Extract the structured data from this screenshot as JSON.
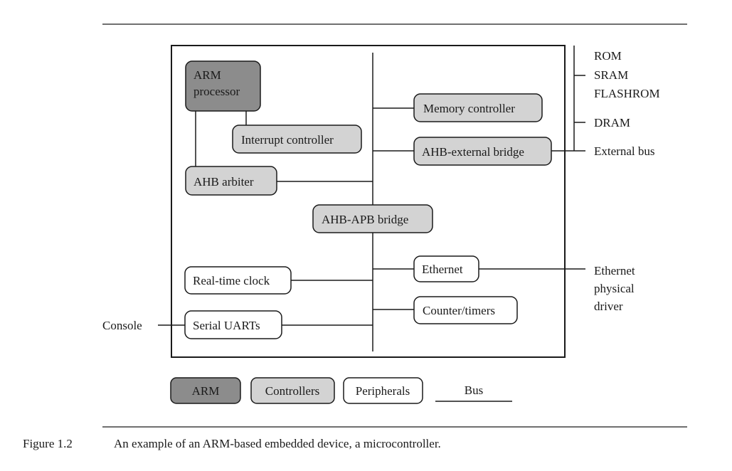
{
  "colors": {
    "arm": "#8c8c8c",
    "controller": "#d3d3d3",
    "peripheral": "#ffffff",
    "line": "#1a1a1a"
  },
  "diagram": {
    "blocks": {
      "arm_processor": [
        "ARM",
        "processor"
      ],
      "interrupt_controller": "Interrupt controller",
      "memory_controller": "Memory controller",
      "ahb_external_bridge": "AHB-external bridge",
      "ahb_arbiter": "AHB arbiter",
      "ahb_apb_bridge": "AHB-APB bridge",
      "ethernet": "Ethernet",
      "real_time_clock": "Real-time clock",
      "counter_timers": "Counter/timers",
      "serial_uarts": "Serial UARTs"
    },
    "external": {
      "rom": "ROM",
      "sram": "SRAM",
      "flashrom": "FLASHROM",
      "dram": "DRAM",
      "external_bus": "External bus",
      "ethernet_driver": [
        "Ethernet",
        "physical",
        "driver"
      ],
      "console": "Console"
    },
    "legend": {
      "arm": "ARM",
      "controllers": "Controllers",
      "peripherals": "Peripherals",
      "bus": "Bus"
    }
  },
  "caption": {
    "number": "Figure 1.2",
    "text": "An example of an ARM-based embedded device, a microcontroller."
  }
}
